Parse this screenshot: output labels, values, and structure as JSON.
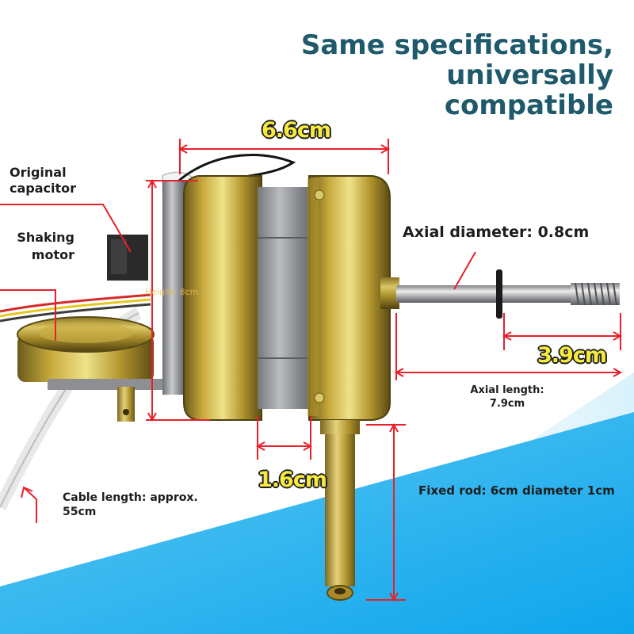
{
  "headline": {
    "line1": "Same specifications,",
    "line2": "universally",
    "line3": "compatible",
    "color": "#1e5a6b"
  },
  "labels": {
    "original_capacitor": [
      "Original",
      "capacitor"
    ],
    "shaking_motor": [
      "Shaking",
      "motor"
    ],
    "axial_diameter": "Axial diameter: 0.8cm",
    "axial_length": [
      "Axial length:",
      "7.9cm"
    ],
    "fixed_rod": "Fixed rod: 6cm diameter 1cm",
    "cable_length": [
      "Cable length: approx.",
      "55cm"
    ],
    "height_watermark": "Height: 8cm"
  },
  "measurements": {
    "width": "6.6cm",
    "shaft_thread": "3.9cm",
    "gap": "1.6cm"
  },
  "colors": {
    "dimension_line": "#e8202a",
    "measure_text": "#f6ea3f",
    "background_blue": "#1aa7e6",
    "motor_brass": "#b89a2e"
  }
}
